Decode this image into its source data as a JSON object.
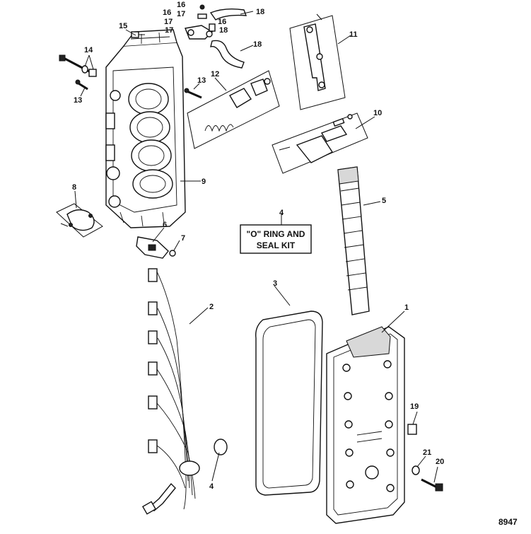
{
  "callouts": {
    "c1": "1",
    "c2": "2",
    "c3": "3",
    "c4a": "4",
    "c4b": "4",
    "c5": "5",
    "c6": "6",
    "c7": "7",
    "c8": "8",
    "c9": "9",
    "c10": "10",
    "c11": "11",
    "c12": "12",
    "c13a": "13",
    "c13b": "13",
    "c14": "14",
    "c15": "15",
    "c16a": "16",
    "c16b": "16",
    "c16c": "16",
    "c17a": "17",
    "c17b": "17",
    "c17c": "17",
    "c18a": "18",
    "c18b": "18",
    "c18c": "18",
    "c19": "19",
    "c20": "20",
    "c21": "21"
  },
  "kit_label": {
    "line1": "\"O\" RING AND",
    "line2": "SEAL KIT"
  },
  "figure_number": "8947"
}
